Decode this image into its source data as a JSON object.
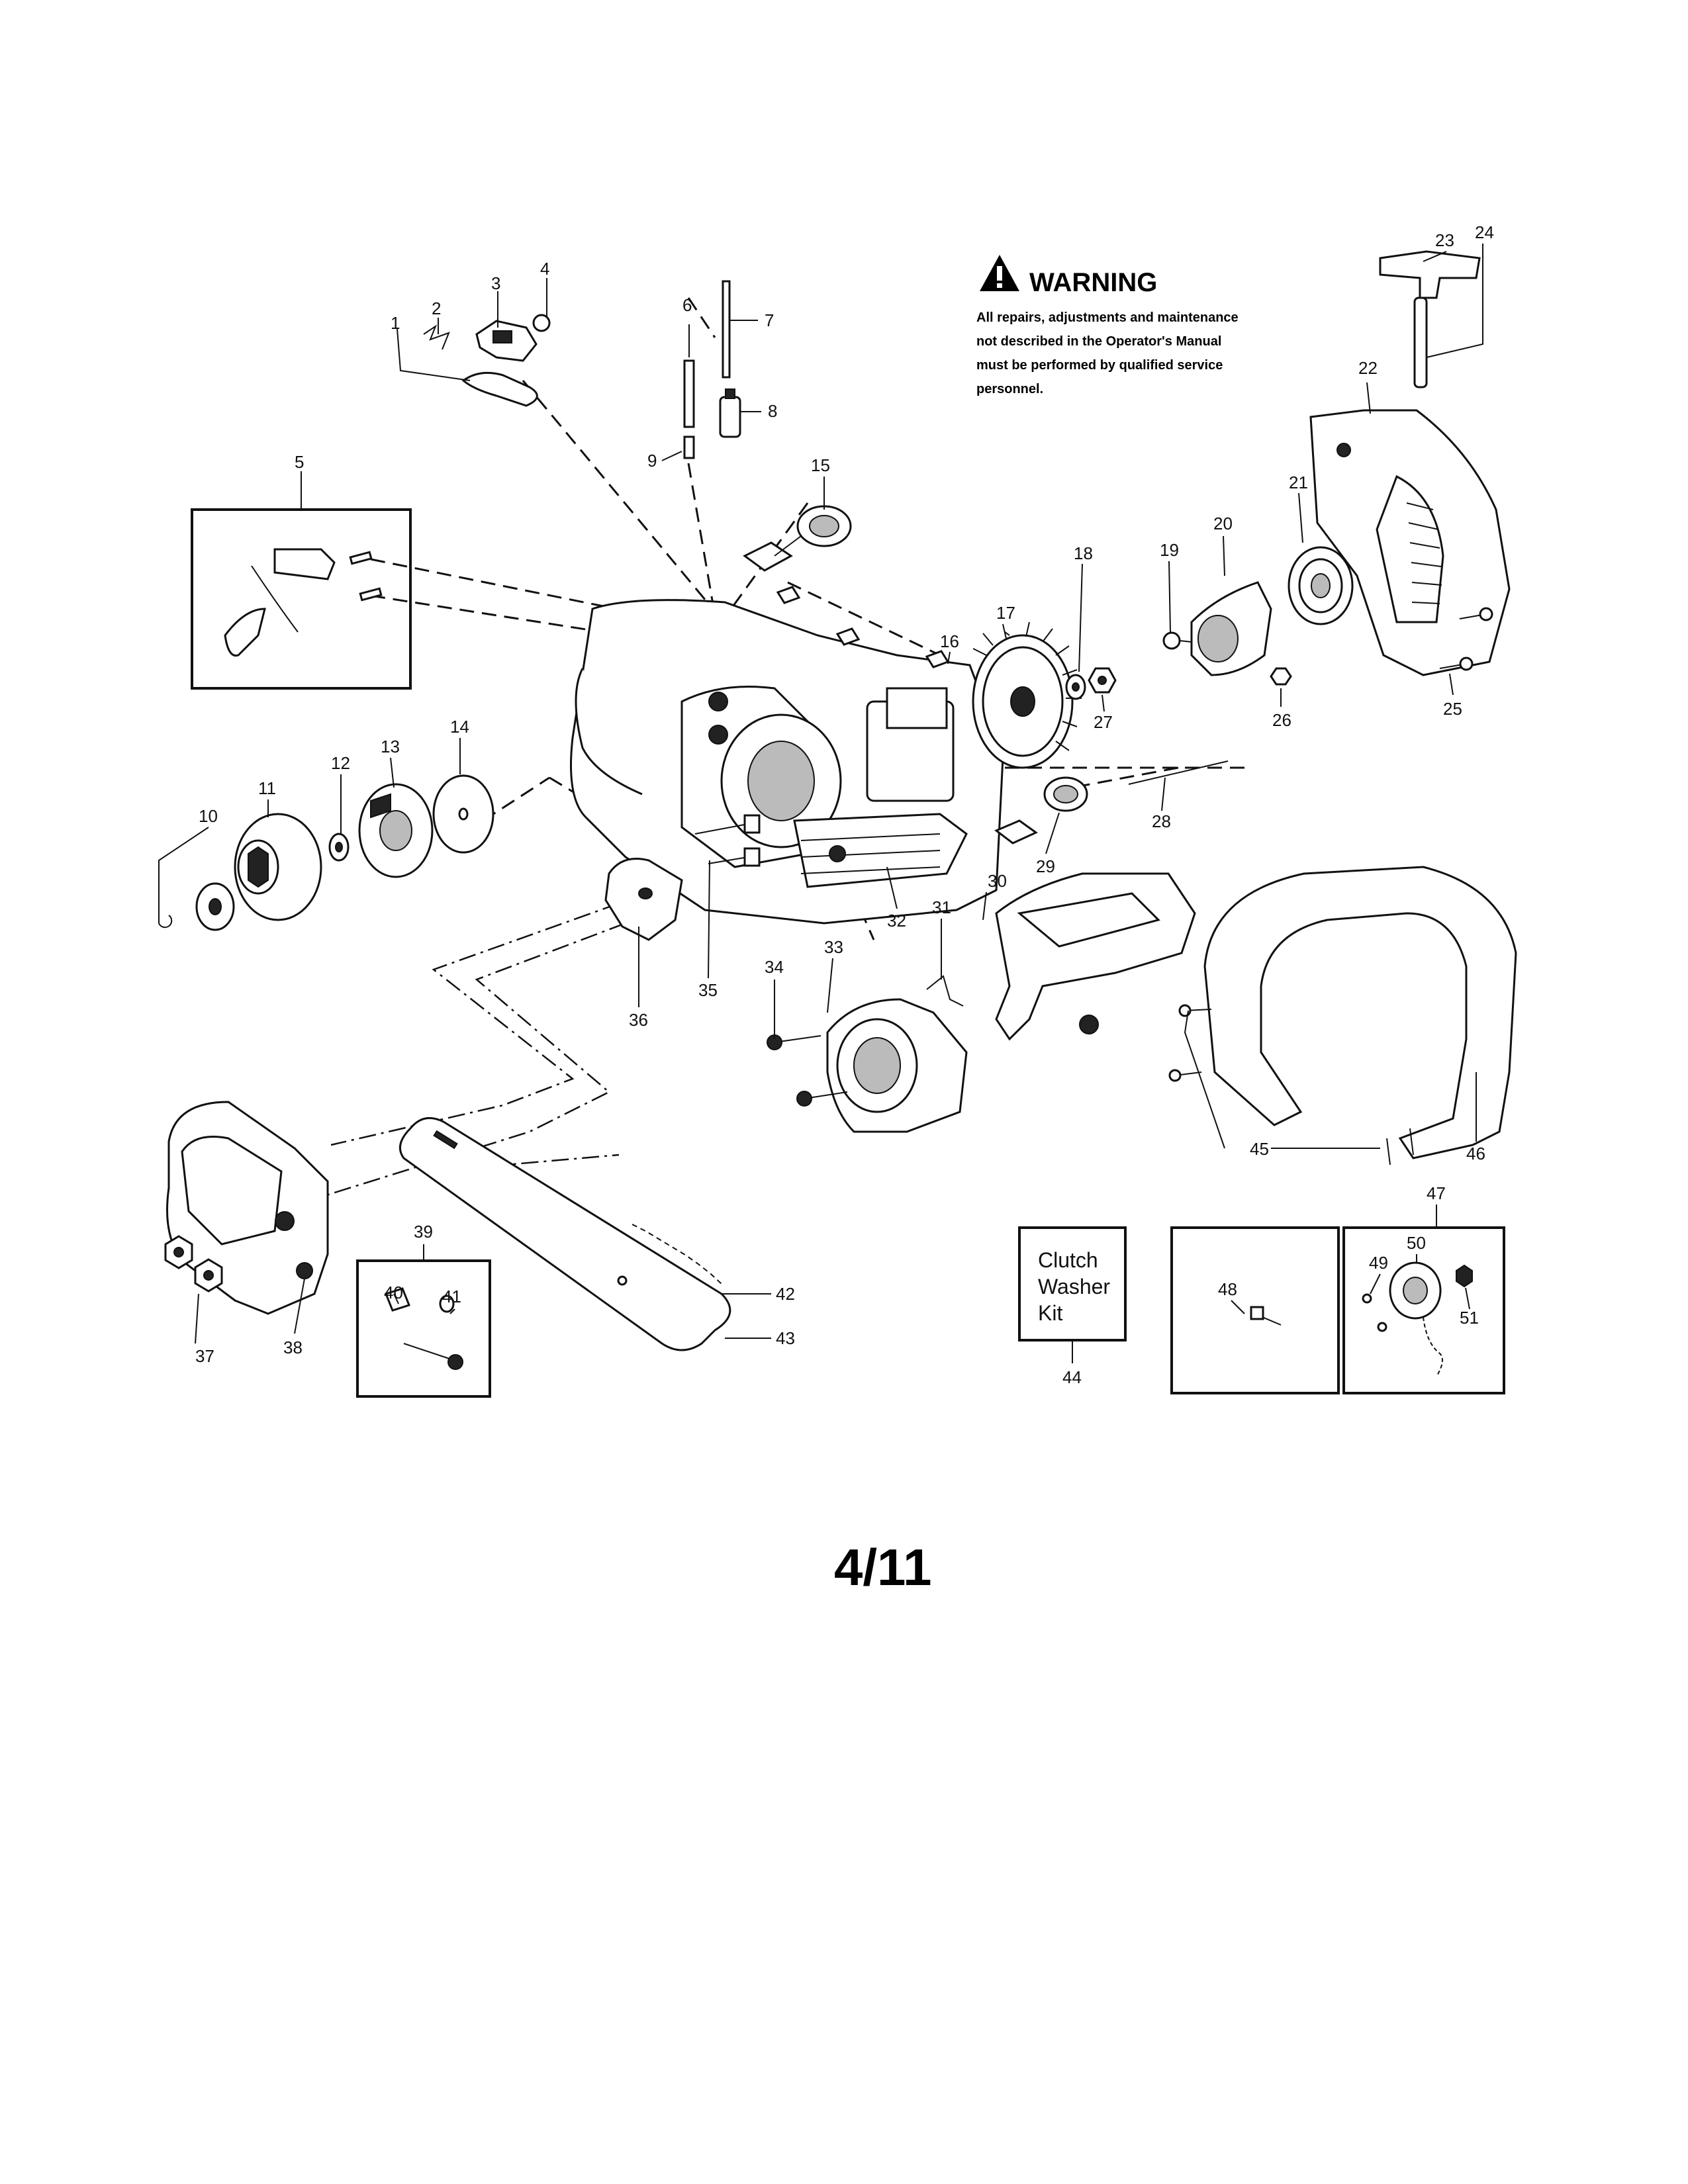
{
  "warning": {
    "title": "WARNING",
    "lines": [
      "All repairs, adjustments and maintenance",
      "not described in the Operator's Manual",
      "must be performed by qualified  service",
      "personnel."
    ]
  },
  "kit_box": {
    "lines": [
      "Clutch",
      "Washer",
      "Kit"
    ]
  },
  "page_number": "4/11",
  "callouts": {
    "c1": "1",
    "c2": "2",
    "c3": "3",
    "c4": "4",
    "c5": "5",
    "c6": "6",
    "c7": "7",
    "c8": "8",
    "c9": "9",
    "c10": "10",
    "c11": "11",
    "c12": "12",
    "c13": "13",
    "c14": "14",
    "c15": "15",
    "c16": "16",
    "c17": "17",
    "c18": "18",
    "c19": "19",
    "c20": "20",
    "c21": "21",
    "c22": "22",
    "c23": "23",
    "c24": "24",
    "c25": "25",
    "c26": "26",
    "c27": "27",
    "c28": "28",
    "c29": "29",
    "c30": "30",
    "c31": "31",
    "c32": "32",
    "c33": "33",
    "c34": "34",
    "c35": "35",
    "c36": "36",
    "c37": "37",
    "c38": "38",
    "c39": "39",
    "c40": "40",
    "c41": "41",
    "c42": "42",
    "c43": "43",
    "c44": "44",
    "c45": "45",
    "c46": "46",
    "c47": "47",
    "c48": "48",
    "c49": "49",
    "c50": "50",
    "c51": "51"
  }
}
